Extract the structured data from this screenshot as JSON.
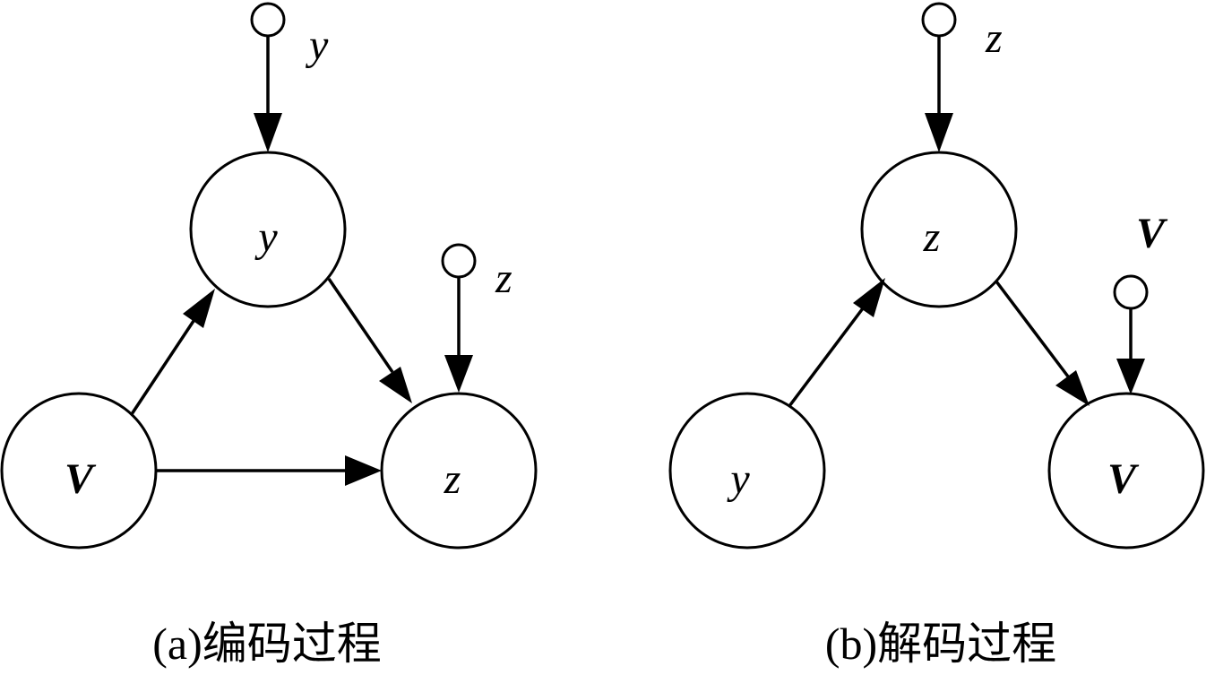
{
  "panel_a": {
    "caption": "(a)编码过程",
    "nodes": {
      "y": "y",
      "V": "V",
      "z": "z"
    },
    "inputs": {
      "y": "y",
      "z": "z"
    }
  },
  "panel_b": {
    "caption": "(b)解码过程",
    "nodes": {
      "z": "z",
      "y": "y",
      "V": "V"
    },
    "inputs": {
      "z": "z",
      "V": "V"
    }
  }
}
